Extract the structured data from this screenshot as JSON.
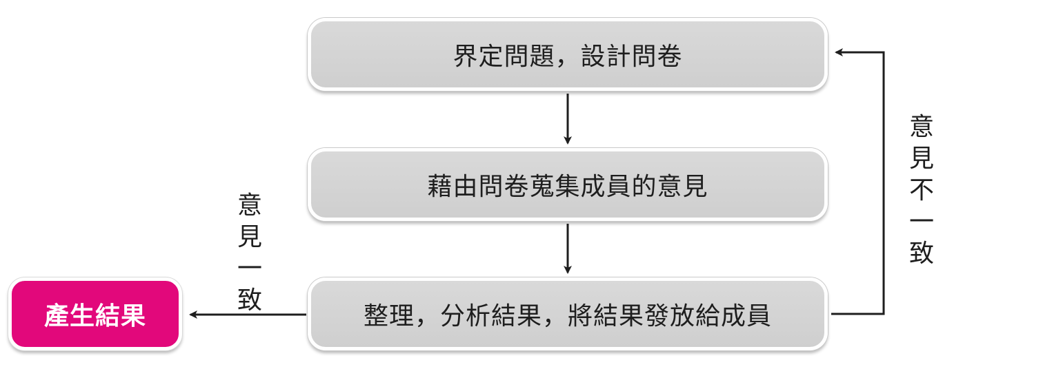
{
  "steps": [
    {
      "label": "界定問題，設計問卷"
    },
    {
      "label": "藉由問卷蒐集成員的意見"
    },
    {
      "label": "整理，分析結果，將結果發放給成員"
    }
  ],
  "result": {
    "label": "產生結果"
  },
  "edge_labels": {
    "agree": [
      "意",
      "見",
      "一",
      "致"
    ],
    "disagree": [
      "意",
      "見",
      "不",
      "一",
      "致"
    ]
  },
  "colors": {
    "box_fill": "#d3d3d3",
    "result_fill": "#e2087b",
    "arrow": "#1e1e1e"
  }
}
